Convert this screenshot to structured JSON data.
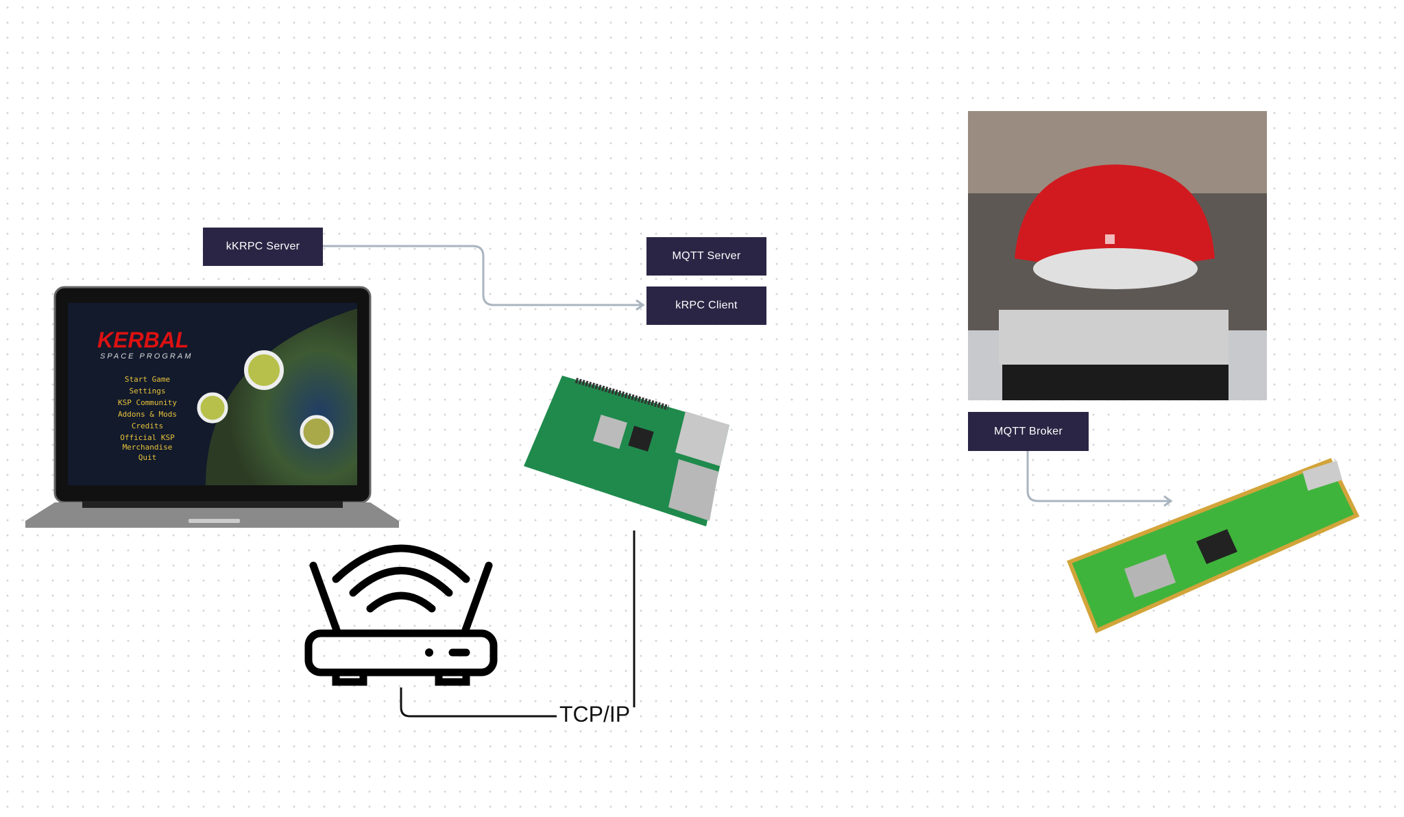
{
  "nodes": {
    "krpc_server": "kKRPC Server",
    "mqtt_server": "MQTT Server",
    "krpc_client": "kRPC Client",
    "mqtt_broker": "MQTT Broker"
  },
  "connection_label": "TCP/IP",
  "laptop_screen": {
    "title": "KERBAL",
    "subtitle": "SPACE PROGRAM",
    "menu": [
      "Start Game",
      "Settings",
      "KSP Community",
      "Addons & Mods",
      "Credits",
      "Official KSP",
      "Merchandise",
      "Quit"
    ]
  },
  "colors": {
    "box": "#2b2545",
    "connector": "#a9b4bf",
    "text": "#ffffff"
  }
}
